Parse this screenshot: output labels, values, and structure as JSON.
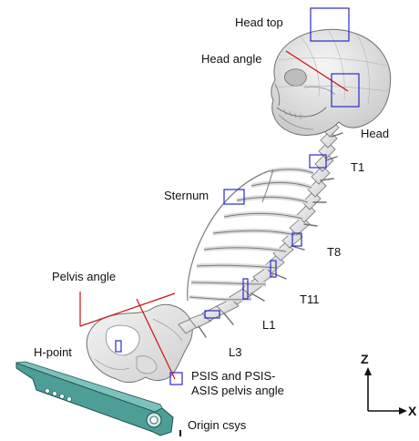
{
  "labels": {
    "head_top": "Head top",
    "head_angle": "Head angle",
    "head": "Head",
    "t1": "T1",
    "sternum": "Sternum",
    "t8": "T8",
    "pelvis_angle": "Pelvis angle",
    "t11": "T11",
    "l1": "L1",
    "l3": "L3",
    "h_point": "H-point",
    "psis_line1": "PSIS and PSIS-",
    "psis_line2": "ASIS pelvis angle",
    "origin_csys": "Origin csys"
  },
  "axes": {
    "z": "Z",
    "x": "X"
  },
  "colors": {
    "marker_box": "#2222cc",
    "angle_line": "#cc0000",
    "bone_fill": "#ebebeb",
    "bone_edge": "#777777",
    "seat_plate": "#4a9a94",
    "axis": "#111111"
  }
}
